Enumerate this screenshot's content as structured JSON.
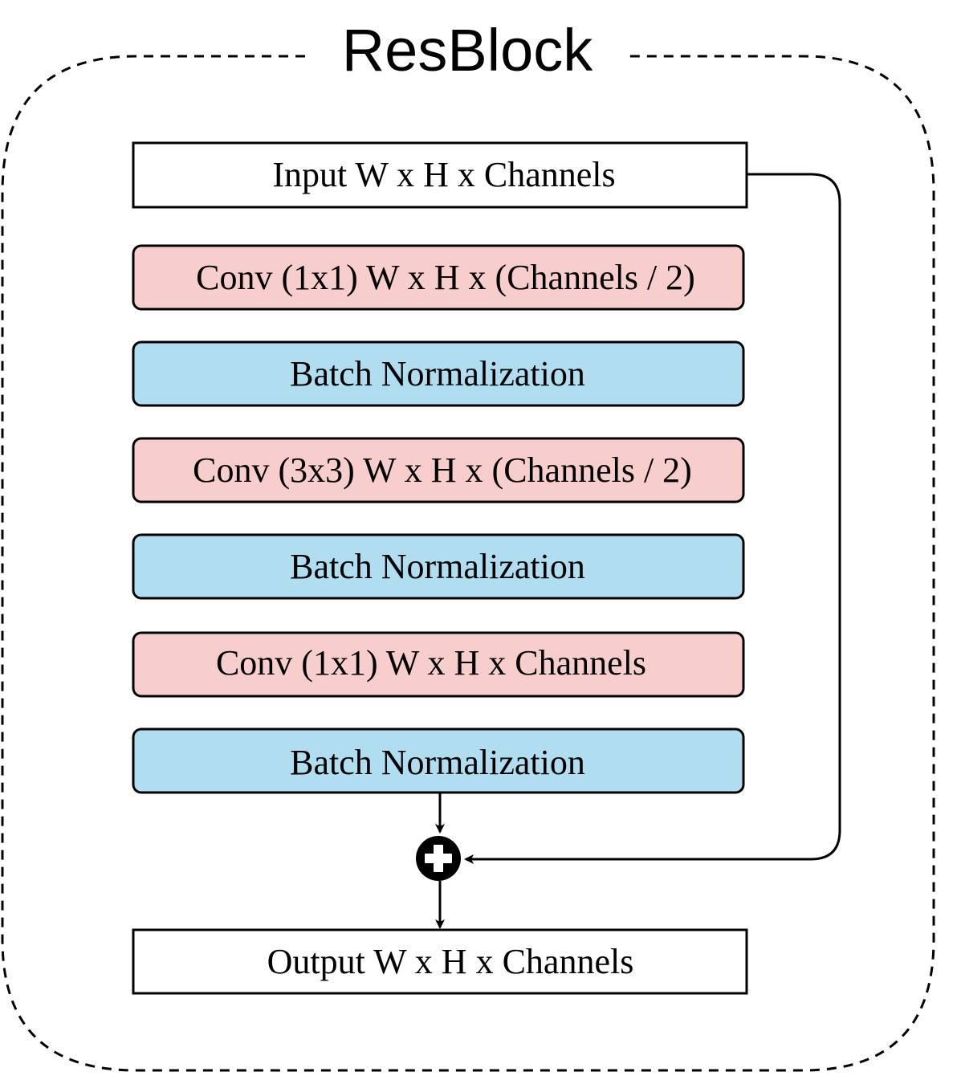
{
  "title": "ResBlock",
  "layers": [
    {
      "id": "input",
      "kind": "io",
      "label": "Input W x H x Channels"
    },
    {
      "id": "conv1",
      "kind": "conv",
      "label": "Conv (1x1) W x H x (Channels / 2)"
    },
    {
      "id": "bn1",
      "kind": "bn",
      "label": "Batch Normalization"
    },
    {
      "id": "conv2",
      "kind": "conv",
      "label": "Conv (3x3) W x H x (Channels / 2)"
    },
    {
      "id": "bn2",
      "kind": "bn",
      "label": "Batch Normalization"
    },
    {
      "id": "conv3",
      "kind": "conv",
      "label": "Conv (1x1) W x H x Channels"
    },
    {
      "id": "bn3",
      "kind": "bn",
      "label": "Batch Normalization"
    },
    {
      "id": "output",
      "kind": "io",
      "label": "Output W x H x Channels"
    }
  ],
  "colors": {
    "io": "#ffffff",
    "conv": "#f8cecc",
    "bn": "#b1ddf0",
    "stroke": "#000000"
  },
  "icons": {
    "add_node": "plus-circle-icon"
  }
}
